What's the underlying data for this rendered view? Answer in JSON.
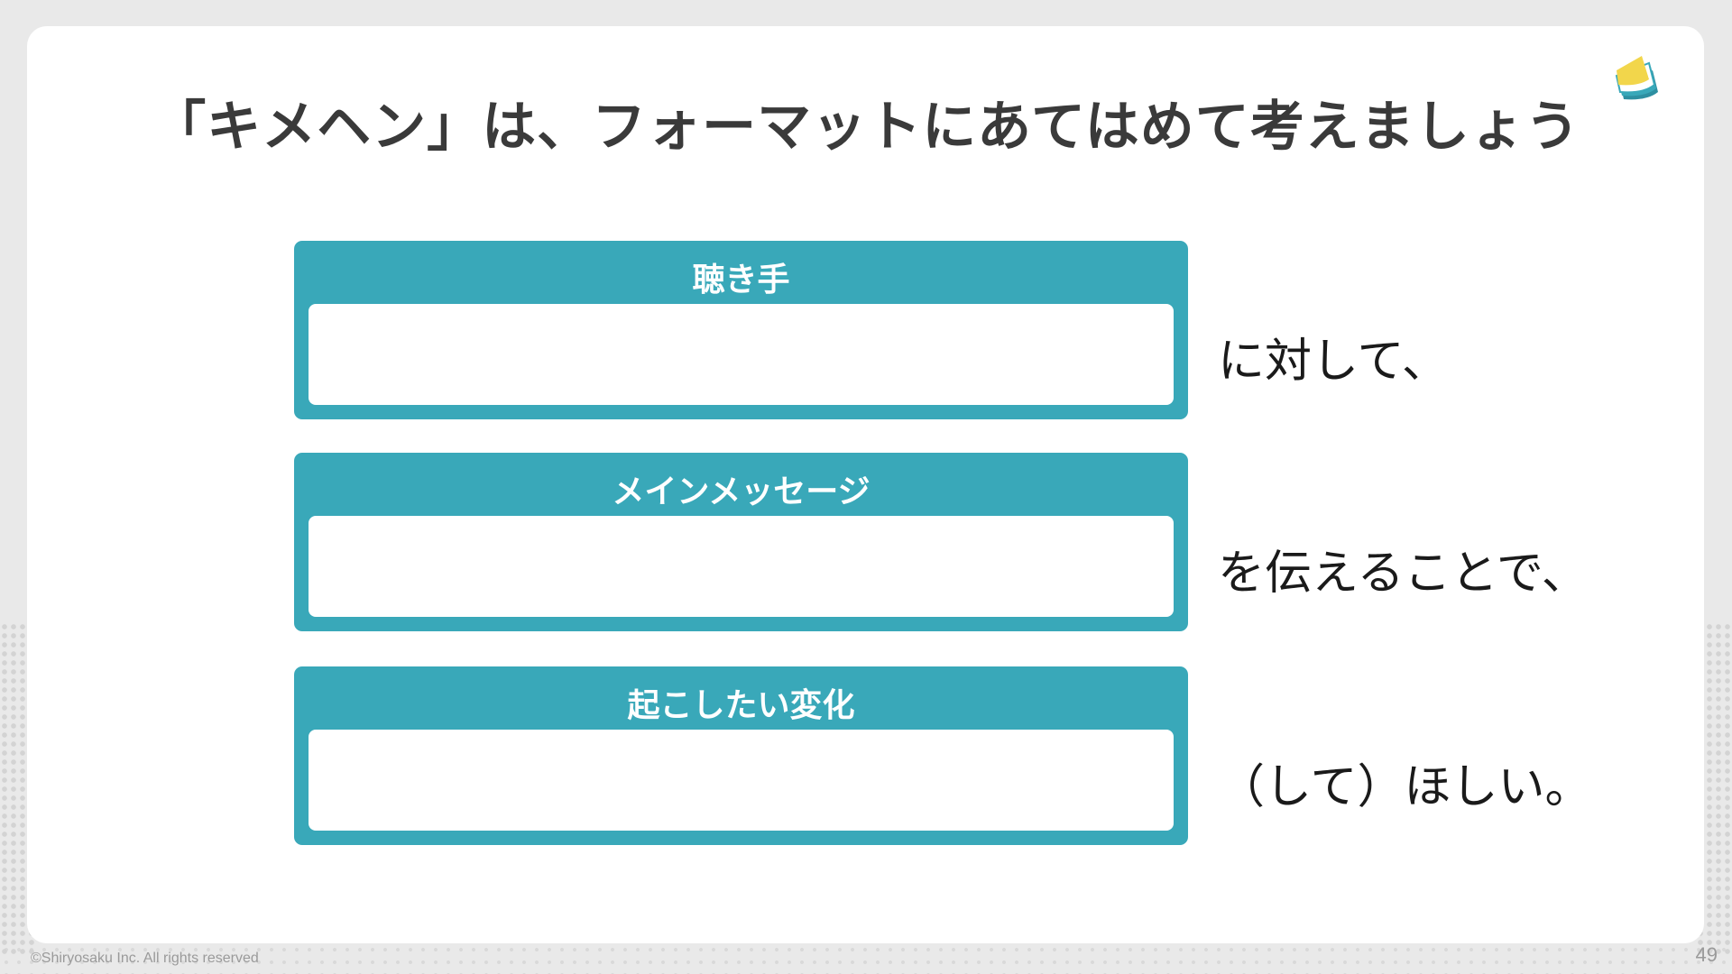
{
  "slide": {
    "title": "「キメヘン」は、フォーマットにあてはめて考えましょう",
    "rows": [
      {
        "label": "聴き手",
        "value": "",
        "suffix": "に対して、"
      },
      {
        "label": "メインメッセージ",
        "value": "",
        "suffix": "を伝えることで、"
      },
      {
        "label": "起こしたい変化",
        "value": "",
        "suffix": "（して）ほしい。"
      }
    ]
  },
  "colors": {
    "accent": "#39a8b9",
    "logo_yellow": "#f2d64b",
    "logo_teal": "#39a8b9",
    "background": "#e9e9e9"
  },
  "icons": {
    "logo": "stacked-papers-logo-icon"
  },
  "footer": {
    "copyright": "©Shiryosaku Inc. All rights reserved",
    "page_number": "49"
  }
}
